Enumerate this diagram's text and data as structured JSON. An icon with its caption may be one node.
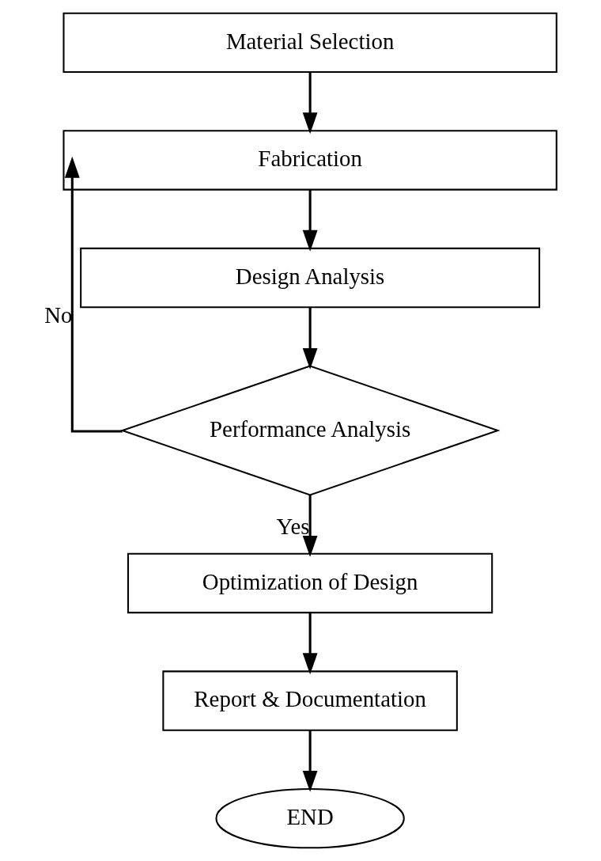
{
  "diagram": {
    "nodes": [
      {
        "text": [
          "Material Selection"
        ]
      },
      {
        "text": [
          "Fabrication"
        ]
      },
      {
        "text": [
          "Design Analysis"
        ]
      },
      {
        "text": [
          "Performance Analysis"
        ]
      },
      {
        "text": [
          "Optimization of Design"
        ]
      },
      {
        "text": [
          "Report & Documentation"
        ]
      },
      {
        "text": [
          "END"
        ]
      }
    ],
    "edges": [
      {
        "from": 0,
        "to": 1,
        "arrow": "to"
      },
      {
        "from": 1,
        "to": 2,
        "arrow": "to"
      },
      {
        "from": 2,
        "to": 3,
        "arrow": "to"
      },
      {
        "from": 3,
        "to": 1,
        "arrow": "to",
        "label": "No"
      },
      {
        "from": 3,
        "to": 4,
        "arrow": "to",
        "label": "Yes"
      },
      {
        "from": 4,
        "to": 5,
        "arrow": "to"
      },
      {
        "from": 5,
        "to": 6,
        "arrow": "to"
      }
    ]
  }
}
